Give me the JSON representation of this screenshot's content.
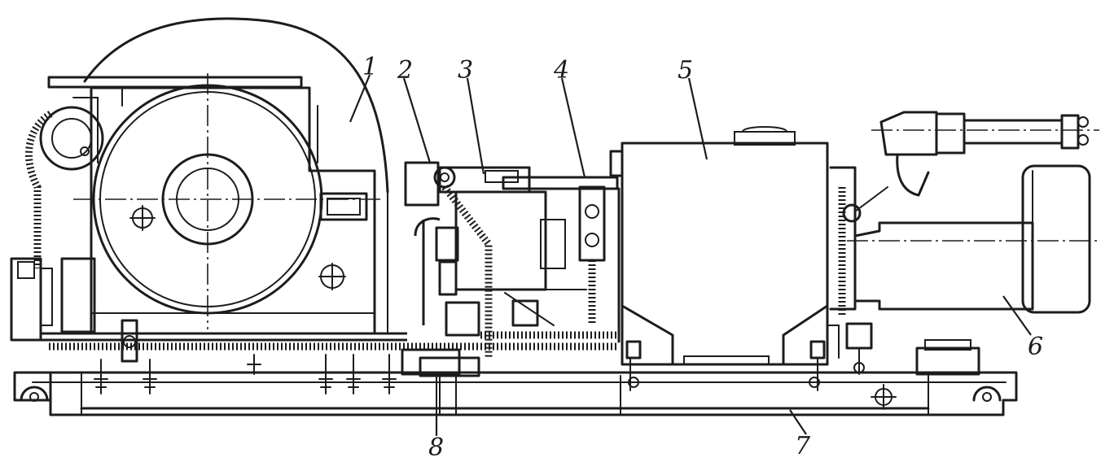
{
  "callouts": [
    {
      "id": "c1",
      "text": "1"
    },
    {
      "id": "c2",
      "text": "2"
    },
    {
      "id": "c3",
      "text": "3"
    },
    {
      "id": "c4",
      "text": "4"
    },
    {
      "id": "c5",
      "text": "5"
    },
    {
      "id": "c6",
      "text": "6"
    },
    {
      "id": "c7",
      "text": "7"
    },
    {
      "id": "c8",
      "text": "8"
    }
  ]
}
